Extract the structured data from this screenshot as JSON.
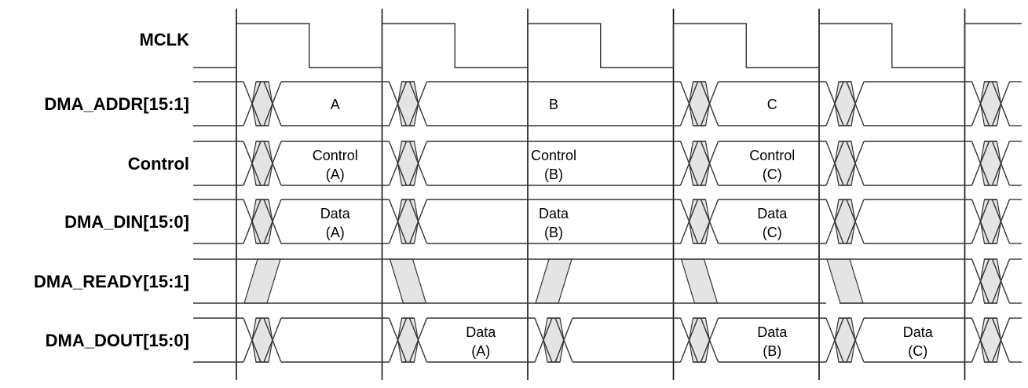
{
  "diagram": {
    "type": "timing-diagram",
    "clock": {
      "name": "MCLK",
      "cycles": 6,
      "duty": 0.5
    },
    "signals": [
      {
        "name": "MCLK",
        "kind": "clock"
      },
      {
        "name": "DMA_ADDR[15:1]",
        "kind": "bus",
        "transitions": [
          0,
          1,
          3,
          4,
          5
        ],
        "values": [
          {
            "text": [
              "A"
            ],
            "from": 0,
            "to": 1
          },
          {
            "text": [
              "B"
            ],
            "from": 1,
            "to": 3
          },
          {
            "text": [
              "C"
            ],
            "from": 3,
            "to": 4
          }
        ]
      },
      {
        "name": "Control",
        "kind": "bus",
        "transitions": [
          0,
          1,
          3,
          4,
          5
        ],
        "values": [
          {
            "text": [
              "Control",
              "(A)"
            ],
            "from": 0,
            "to": 1
          },
          {
            "text": [
              "Control",
              "(B)"
            ],
            "from": 1,
            "to": 3
          },
          {
            "text": [
              "Control",
              "(C)"
            ],
            "from": 3,
            "to": 4
          }
        ]
      },
      {
        "name": "DMA_DIN[15:0]",
        "kind": "bus",
        "transitions": [
          0,
          1,
          3,
          4,
          5
        ],
        "values": [
          {
            "text": [
              "Data",
              "(A)"
            ],
            "from": 0,
            "to": 1
          },
          {
            "text": [
              "Data",
              "(B)"
            ],
            "from": 1,
            "to": 3
          },
          {
            "text": [
              "Data",
              "(C)"
            ],
            "from": 3,
            "to": 4
          }
        ]
      },
      {
        "name": "DMA_READY[15:1]",
        "kind": "ready",
        "ramps": [
          {
            "cycle": 0,
            "dir": "rise"
          },
          {
            "cycle": 1,
            "dir": "fall"
          },
          {
            "cycle": 2,
            "dir": "rise"
          },
          {
            "cycle": 3,
            "dir": "fall"
          },
          {
            "cycle": 4,
            "dir": "fall"
          }
        ],
        "transitions": [
          5
        ]
      },
      {
        "name": "DMA_DOUT[15:0]",
        "kind": "bus",
        "transitions": [
          0,
          1,
          2,
          3,
          4,
          5
        ],
        "values": [
          {
            "text": [
              "Data",
              "(A)"
            ],
            "from": 1,
            "to": 2
          },
          {
            "text": [
              "Data",
              "(B)"
            ],
            "from": 3,
            "to": 4
          },
          {
            "text": [
              "Data",
              "(C)"
            ],
            "from": 4,
            "to": 5
          }
        ]
      }
    ],
    "colors": {
      "line": "#333333",
      "edge": "#111111",
      "transition_fill": "#e4e4e4"
    }
  }
}
